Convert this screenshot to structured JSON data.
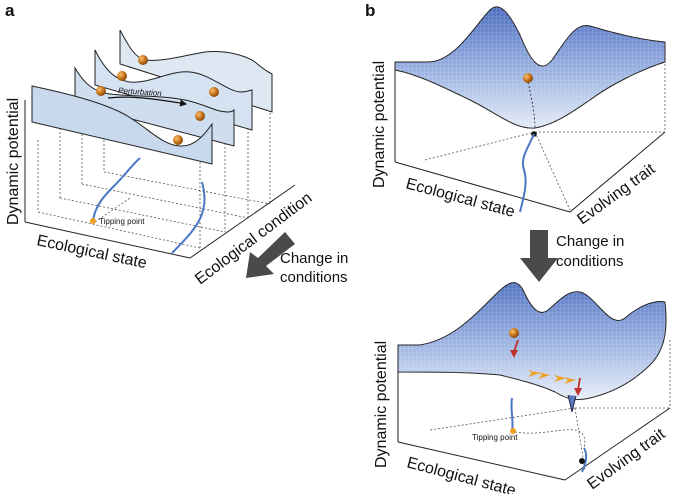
{
  "panel_a": {
    "letter": "a",
    "y_axis": "Dynamic potential",
    "x_axis": "Ecological state",
    "z_axis": "Ecological condition",
    "perturbation": "Perturbation",
    "tipping_point": "Tipping point",
    "arrow_caption_1": "Change in",
    "arrow_caption_2": "conditions"
  },
  "panel_b": {
    "letter": "b",
    "top": {
      "y_axis": "Dynamic potential",
      "x_axis": "Ecological state",
      "z_axis": "Evolving trait"
    },
    "arrow_caption_1": "Change in",
    "arrow_caption_2": "conditions",
    "bottom": {
      "y_axis": "Dynamic potential",
      "x_axis": "Ecological state",
      "z_axis": "Evolving trait",
      "tipping_point": "Tipping point"
    }
  },
  "colors": {
    "surface": "#7f9fd8",
    "sheet_fill": "#d6e3f1",
    "ball": "#d07a1e",
    "curve": "#4a77c4",
    "tipping_dot": "#f0a020",
    "red_arrow": "#c0302a",
    "orange_arrow": "#f0a020",
    "gray_arrow": "#4a4a4a"
  }
}
